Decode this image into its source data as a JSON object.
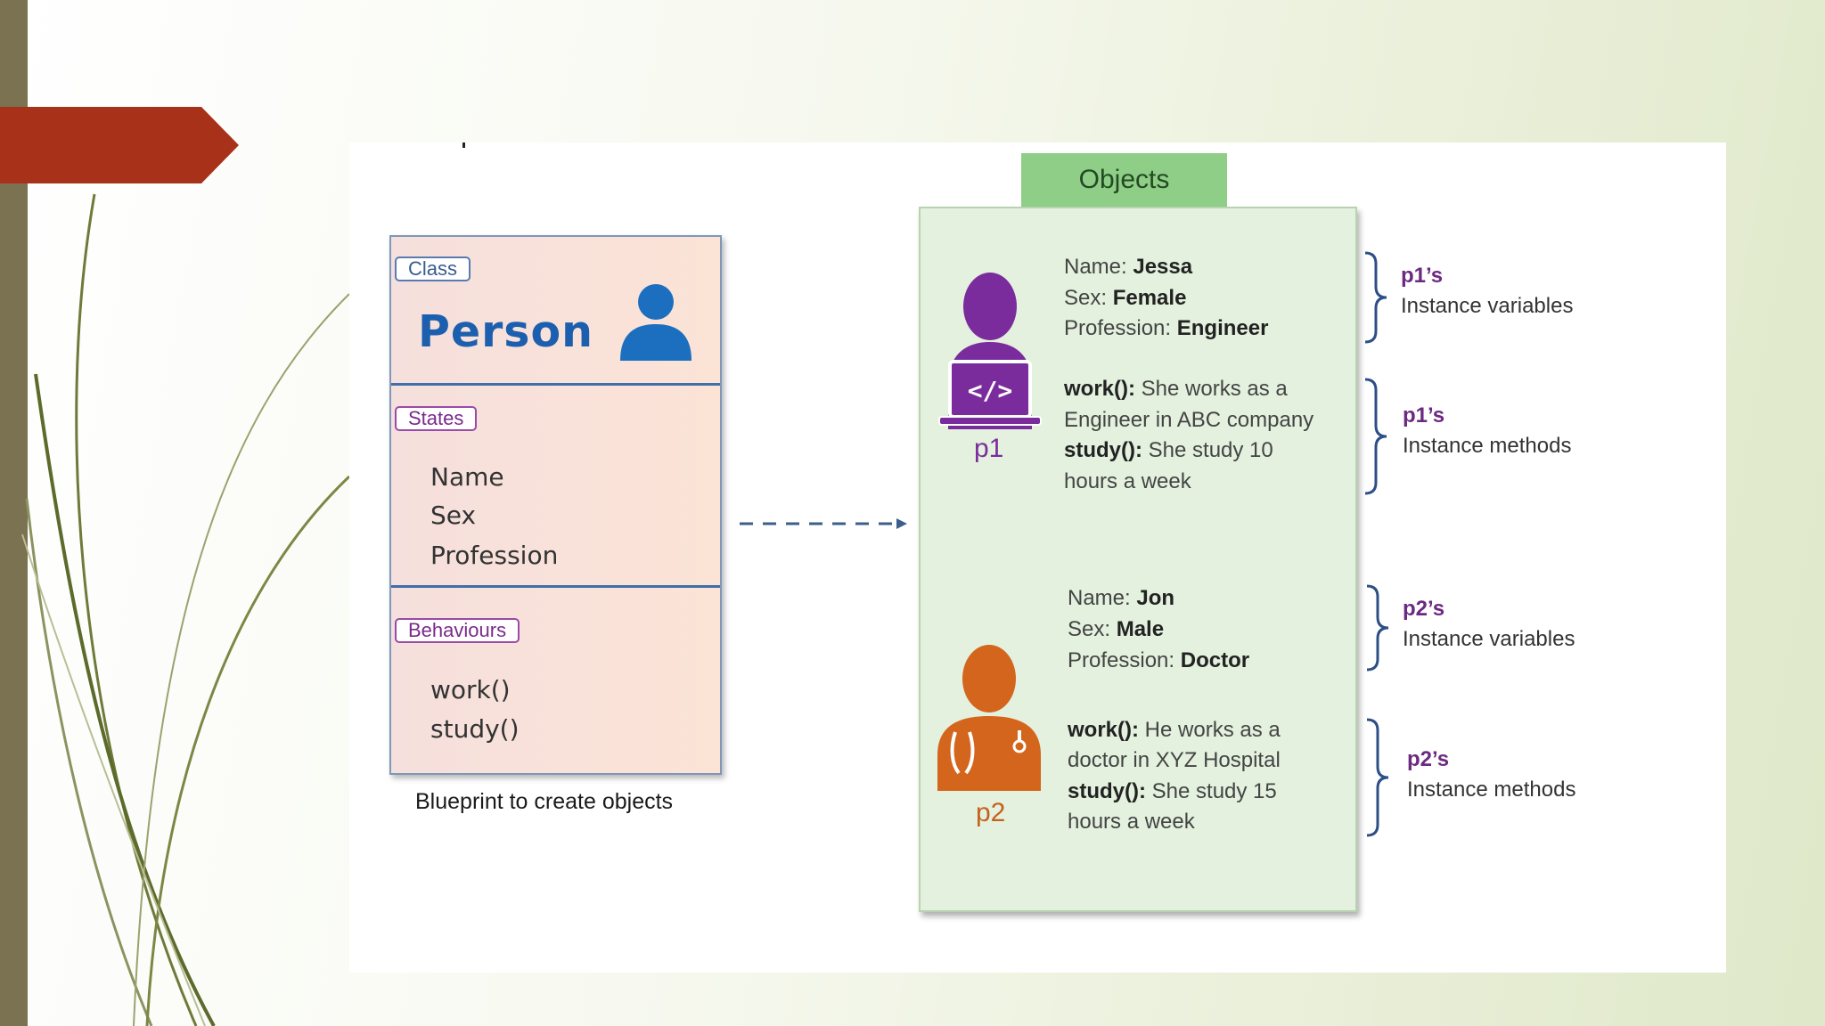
{
  "class_card": {
    "tag": "Class",
    "name": "Person",
    "states_tag": "States",
    "states": [
      "Name",
      "Sex",
      "Profession"
    ],
    "behaviours_tag": "Behaviours",
    "behaviours": [
      "work()",
      "study()"
    ],
    "caption": "Blueprint to create objects"
  },
  "objects": {
    "header": "Objects",
    "p1": {
      "label": "p1",
      "vars": [
        {
          "key": "Name:",
          "value": "Jessa"
        },
        {
          "key": "Sex:",
          "value": "Female"
        },
        {
          "key": "Profession:",
          "value": "Engineer"
        }
      ],
      "methods": [
        {
          "name": "work():",
          "desc": [
            "She works as a",
            "Engineer in ABC company"
          ]
        },
        {
          "name": "study():",
          "desc": [
            "She study 10",
            "hours a week"
          ]
        }
      ]
    },
    "p2": {
      "label": "p2",
      "vars": [
        {
          "key": "Name:",
          "value": "Jon"
        },
        {
          "key": "Sex:",
          "value": "Male"
        },
        {
          "key": "Profession:",
          "value": "Doctor"
        }
      ],
      "methods": [
        {
          "name": "work():",
          "desc": [
            "He works as a",
            "doctor in XYZ Hospital"
          ]
        },
        {
          "name": "study():",
          "desc": [
            "She study 15",
            "hours a week"
          ]
        }
      ]
    }
  },
  "annotations": [
    {
      "owner": "p1’s",
      "kind": "Instance variables"
    },
    {
      "owner": "p1’s",
      "kind": "Instance methods"
    },
    {
      "owner": "p2’s",
      "kind": "Instance variables"
    },
    {
      "owner": "p2’s",
      "kind": "Instance methods"
    }
  ],
  "colors": {
    "banner": "#a8311a",
    "left_bar": "#7a7250",
    "class_name": "#1c5fae",
    "person_icon": "#1c6fbf",
    "p1_icon": "#7b2c9c",
    "p2_icon": "#d4651c",
    "objects_header": "#8fce86",
    "objects_box": "#e3f1de"
  },
  "icons": [
    "person-icon",
    "developer-laptop-icon",
    "doctor-stethoscope-icon"
  ]
}
